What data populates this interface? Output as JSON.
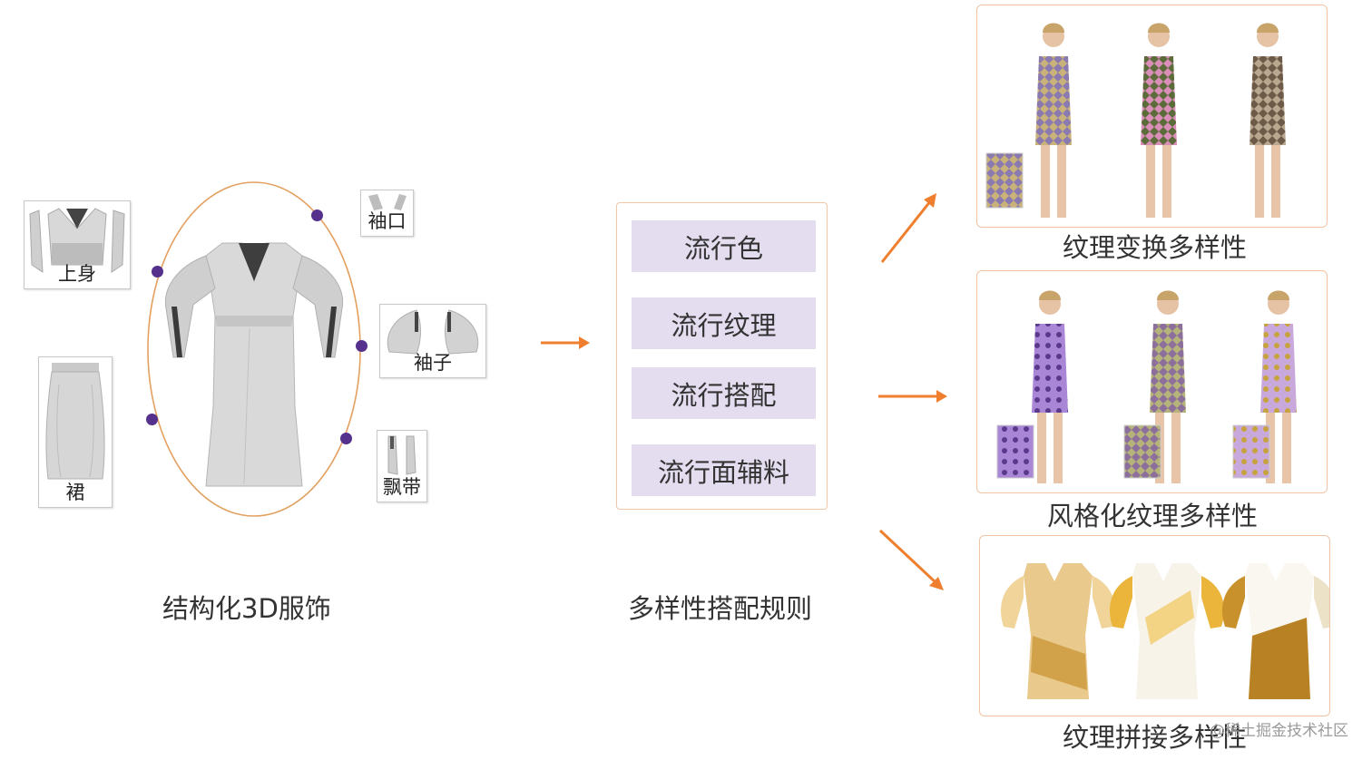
{
  "parts": {
    "upper": "上身",
    "skirt": "裙",
    "cuff": "袖口",
    "sleeve": "袖子",
    "ribbon": "飘带"
  },
  "left_caption": "结构化3D服饰",
  "rules": {
    "items": [
      "流行色",
      "流行纹理",
      "流行搭配",
      "流行面辅料"
    ],
    "caption": "多样性搭配规则"
  },
  "results": [
    {
      "title": "纹理变换多样性"
    },
    {
      "title": "风格化纹理多样性"
    },
    {
      "title": "纹理拼接多样性"
    }
  ],
  "watermark": "@稀土掘金技术社区",
  "colors": {
    "arrow": "#ef7f2e",
    "ellipse": "#e3a060",
    "dot": "#55308d",
    "rule_fill": "#e4dcef",
    "panel_border": "#f0c4a4"
  }
}
